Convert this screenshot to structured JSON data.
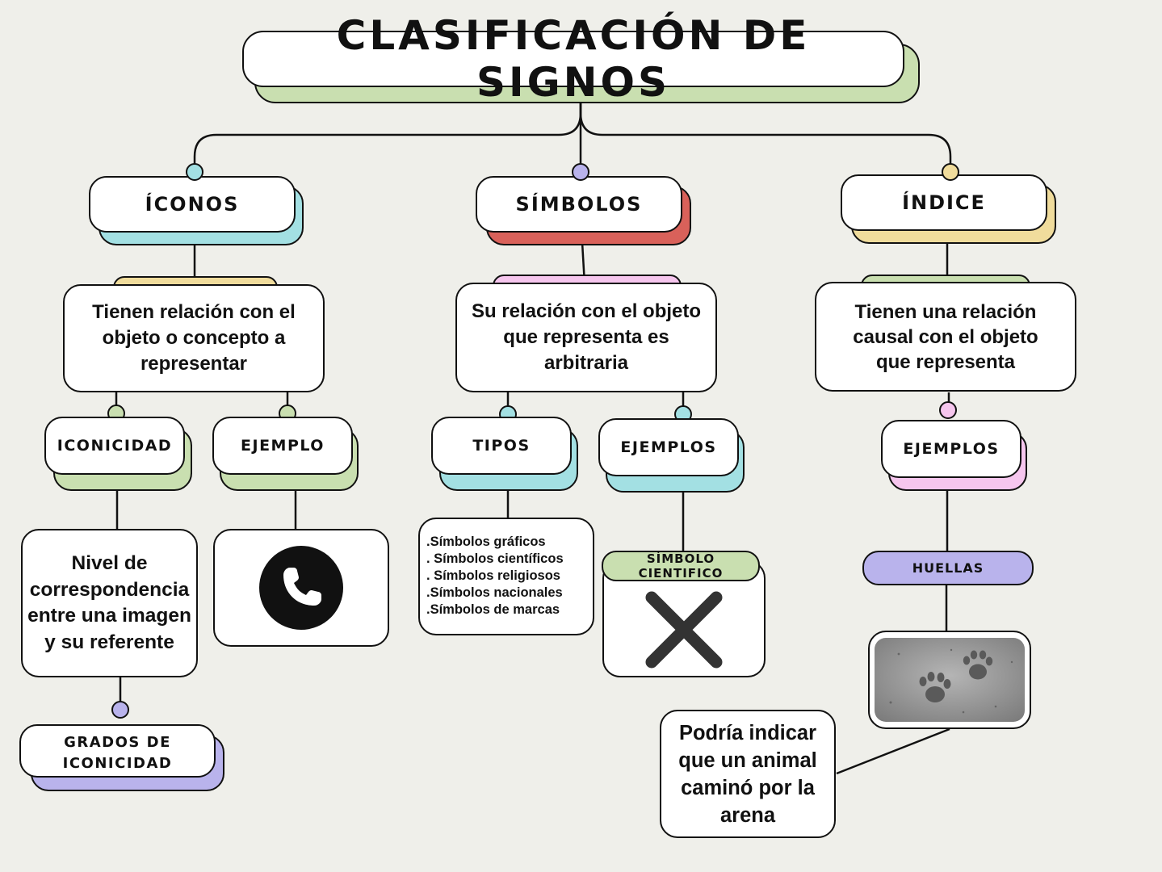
{
  "title": "CLASIFICACIÓN DE SIGNOS",
  "colors": {
    "green": "#c9dfb0",
    "cyan": "#a3e0e3",
    "red": "#d9615a",
    "yellow": "#f0dc9c",
    "pink": "#f6c6ee",
    "lavender": "#b9b3ec",
    "background": "#efefea"
  },
  "iconos": {
    "heading": "ÍCONOS",
    "description": "Tienen relación con el objeto o concepto a representar",
    "iconicidad": {
      "label": "ICONICIDAD",
      "definition": "Nivel de correspondencia entre una imagen y su referente",
      "grados": "GRADOS DE ICONICIDAD"
    },
    "ejemplo": {
      "label": "EJEMPLO",
      "icon": "phone-icon"
    }
  },
  "simbolos": {
    "heading": "SÍMBOLOS",
    "description": "Su relación con el objeto que representa es arbitraria",
    "tipos": {
      "label": "TIPOS",
      "items": [
        ".Símbolos gráficos",
        ". Símbolos científicos",
        ". Símbolos religiosos",
        ".Símbolos nacionales",
        ".Símbolos de marcas"
      ]
    },
    "ejemplos": {
      "label": "EJEMPLOS",
      "tag": "SÍMBOLO CIENTIFICO",
      "icon": "multiply-x-icon"
    }
  },
  "indice": {
    "heading": "ÍNDICE",
    "description": "Tienen una relación causal con el objeto que representa",
    "ejemplos": {
      "label": "EJEMPLOS",
      "tag": "HUELLAS",
      "image": "paw-prints-in-sand",
      "caption": "Podría indicar que un animal caminó por la arena"
    }
  }
}
